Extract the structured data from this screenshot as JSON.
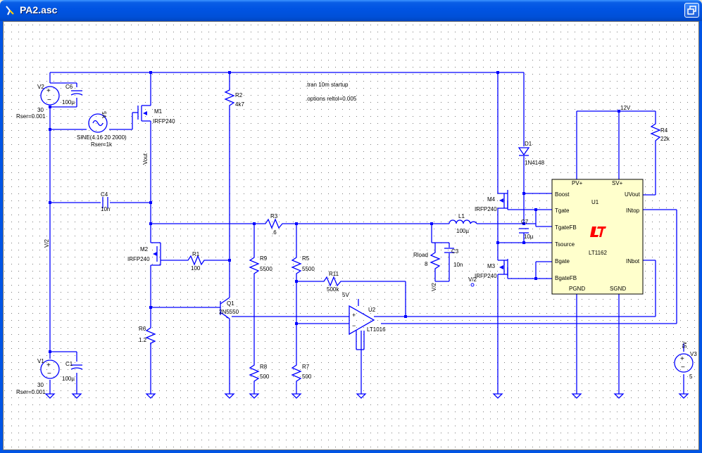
{
  "window": {
    "title": "PA2.asc"
  },
  "colors": {
    "wire": "#0000ff",
    "ic_fill": "#ffffcc",
    "grid_dot": "#7a7a7a",
    "logo": "#ff0000",
    "titlebar": "#0054e3"
  },
  "icons": {
    "app": "schematic-icon",
    "restore": "restore-icon",
    "ground": "ground-icon",
    "logo": "lt-logo-icon"
  },
  "directives": {
    "tran": ".tran 10m startup",
    "options": ".options reltol=0.005"
  },
  "components": {
    "V2": {
      "ref": "V2",
      "value": "30",
      "rser": "Rser=0.001"
    },
    "V1": {
      "ref": "V1",
      "value": "30",
      "rser": "Rser=0.001"
    },
    "V5": {
      "ref": "V5",
      "value": "SINE(4.16 20 2000)",
      "rser": "Rser=1k"
    },
    "V3": {
      "ref": "V3",
      "value": "5",
      "extra": "5V"
    },
    "C6": {
      "ref": "C6",
      "value": "100µ"
    },
    "C1": {
      "ref": "C1",
      "value": "100µ"
    },
    "C4": {
      "ref": "C4",
      "value": "10n"
    },
    "C3": {
      "ref": "C3",
      "value": "10n"
    },
    "C7": {
      "ref": "C7",
      "value": "10µ"
    },
    "M1": {
      "ref": "M1",
      "value": "IRFP240"
    },
    "M2": {
      "ref": "M2",
      "value": "IRFP240"
    },
    "M3": {
      "ref": "M3",
      "value": "IRFP240"
    },
    "M4": {
      "ref": "M4",
      "value": "IRFP240"
    },
    "R1": {
      "ref": "R1",
      "value": "100"
    },
    "R2": {
      "ref": "R2",
      "value": "4k7"
    },
    "R3": {
      "ref": "R3",
      "value": ".6"
    },
    "R4": {
      "ref": "R4",
      "value": "22k"
    },
    "R5": {
      "ref": "R5",
      "value": "5500"
    },
    "R6": {
      "ref": "R6",
      "value": "1.2"
    },
    "R7": {
      "ref": "R7",
      "value": "500"
    },
    "R8": {
      "ref": "R8",
      "value": "500"
    },
    "R9": {
      "ref": "R9",
      "value": "5500"
    },
    "R11": {
      "ref": "R11",
      "value": "500k"
    },
    "Rload": {
      "ref": "Rload",
      "value": "8"
    },
    "L1": {
      "ref": "L1",
      "value": "100µ"
    },
    "D1": {
      "ref": "D1",
      "value": "1N4148"
    },
    "Q1": {
      "ref": "Q1",
      "value": "2N5550"
    },
    "U2": {
      "ref": "U2",
      "value": "LT1016"
    },
    "U1": {
      "ref": "U1",
      "value": "LT1162",
      "pins": {
        "pvplus": "PV+",
        "svplus": "SV+",
        "boost": "Boost",
        "tgate": "Tgate",
        "tgatefb": "TgateFB",
        "tsource": "Tsource",
        "bgate": "Bgate",
        "bgatefb": "BgateFB",
        "pgnd": "PGND",
        "sgnd": "SGND",
        "uvout": "UVout",
        "intop": "INtop",
        "inbot": "INbot"
      }
    }
  },
  "nets": {
    "vout": "Vout",
    "v2a": "V/2",
    "v2b": "V/2",
    "v2c": "V/2",
    "supply12": "12V",
    "supply5": "5V"
  }
}
